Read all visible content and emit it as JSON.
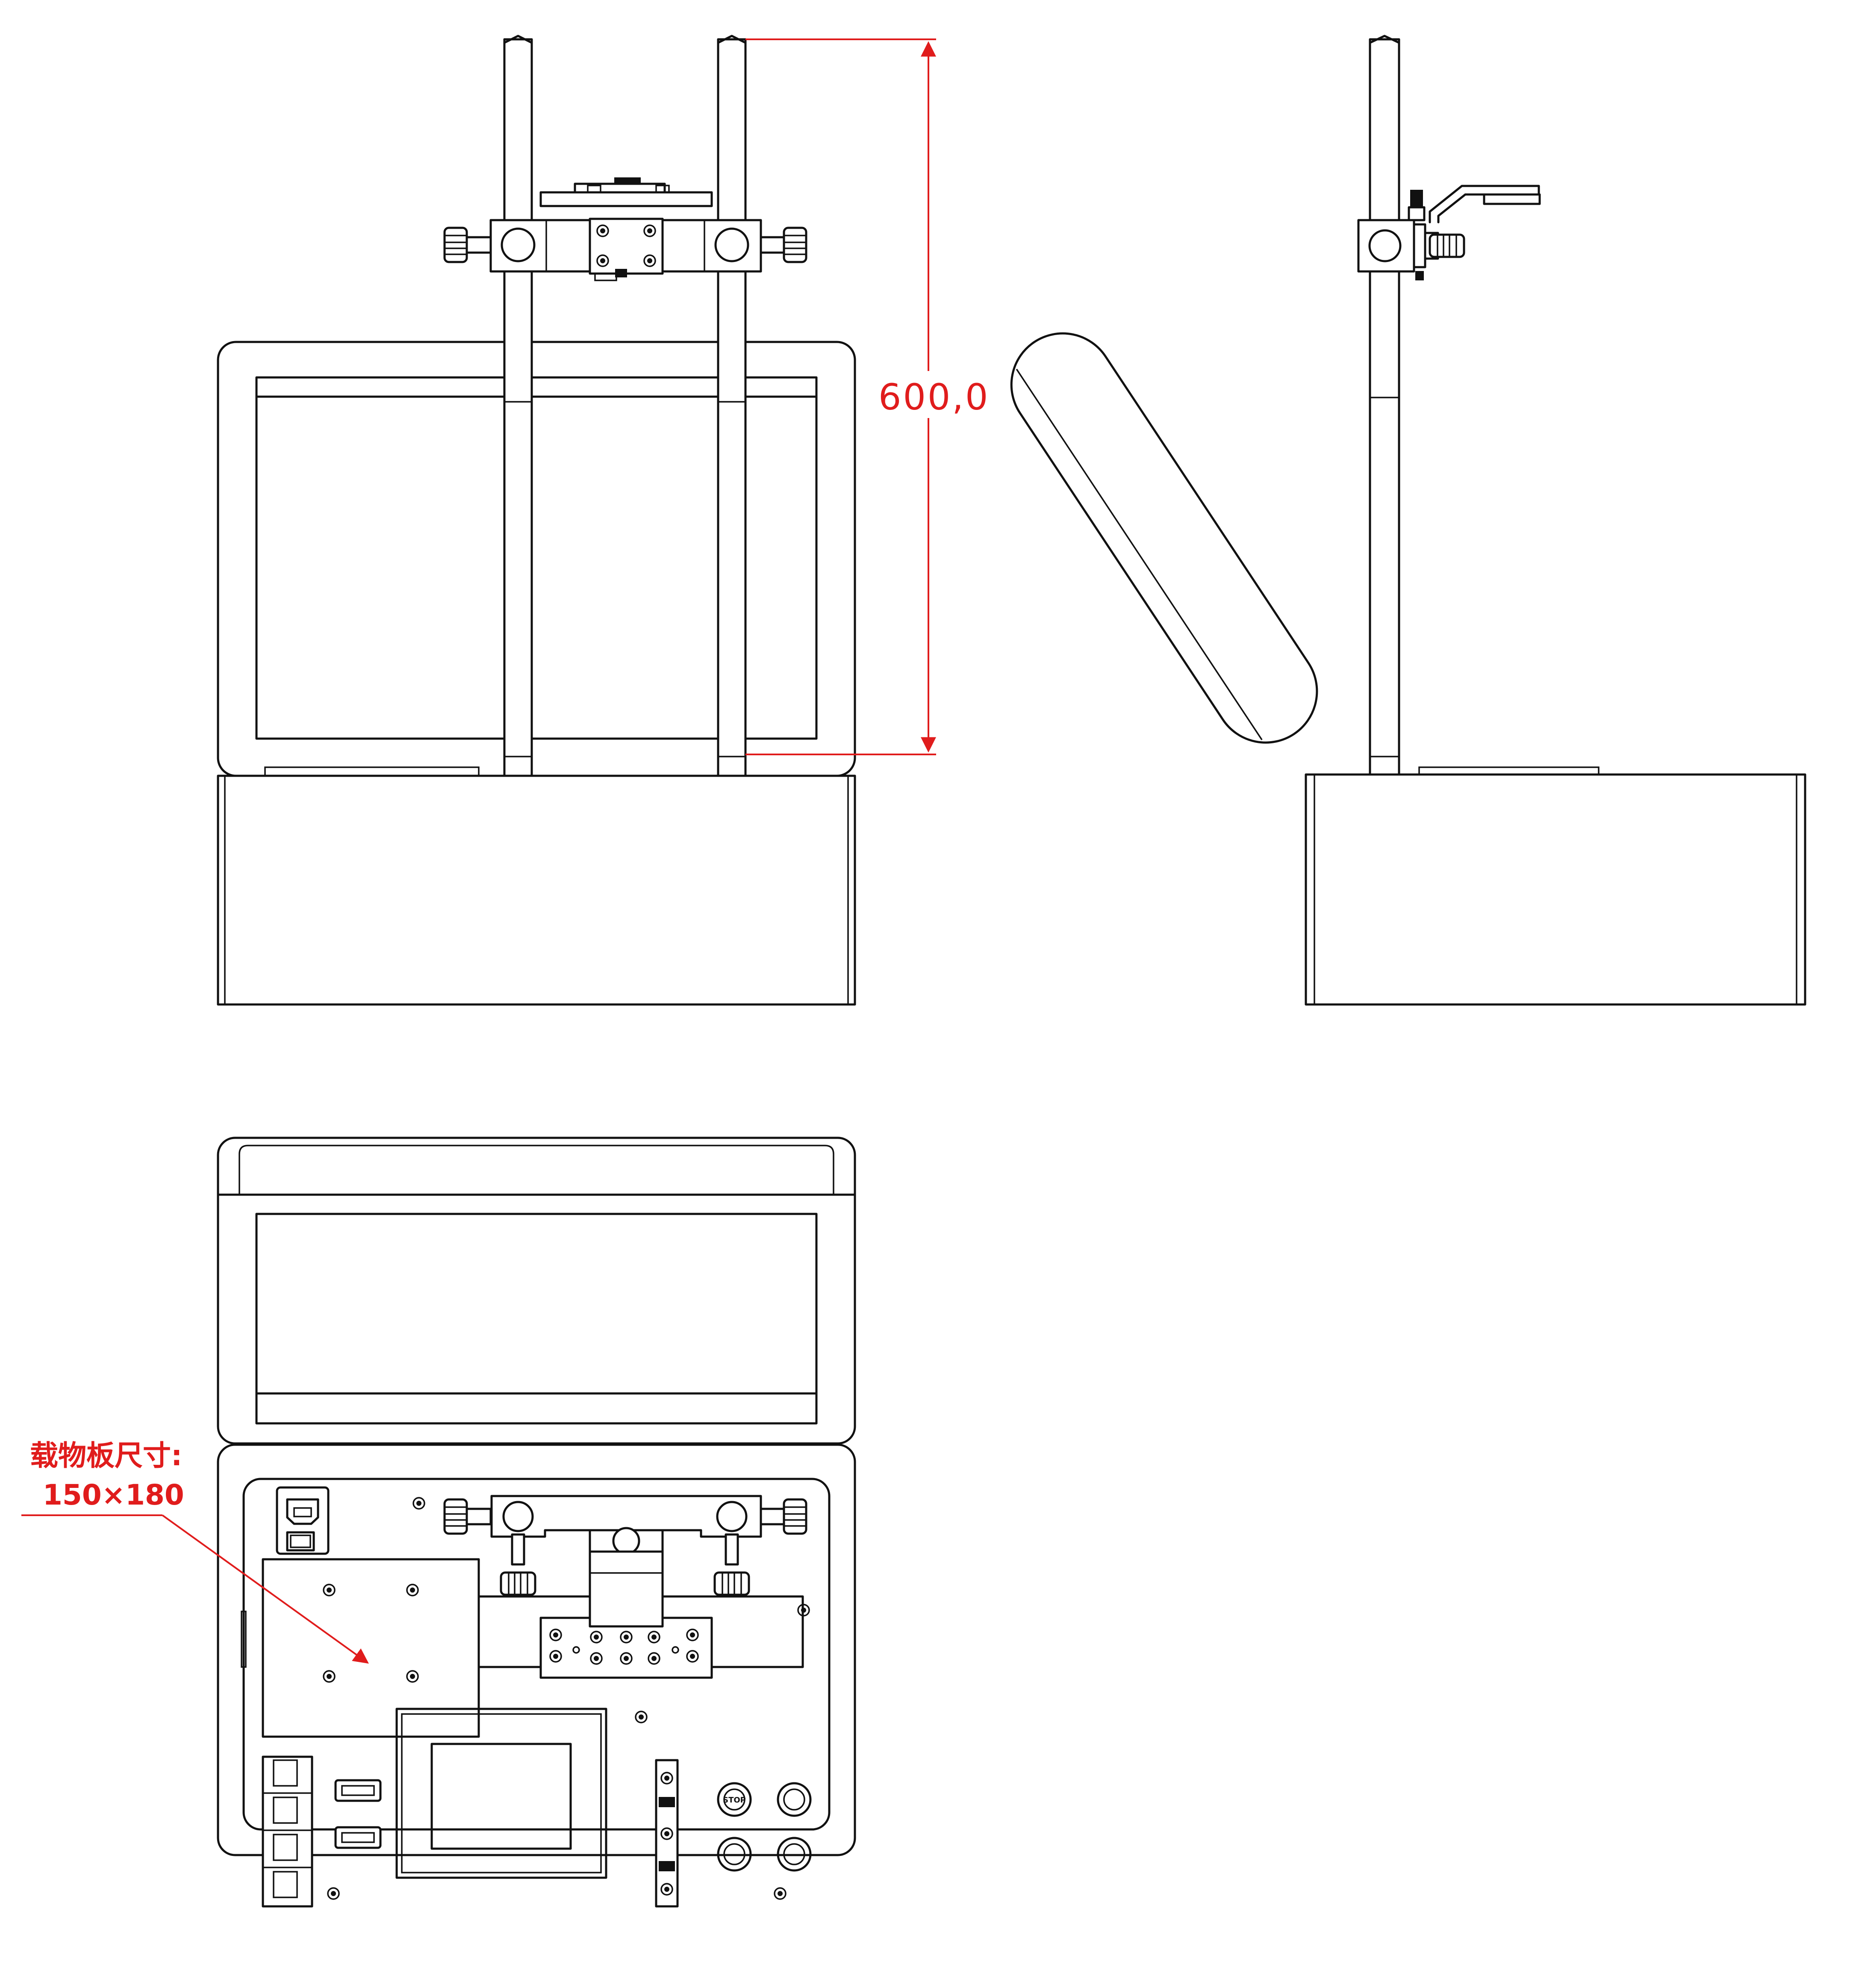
{
  "diagram": {
    "type": "engineering-drawing",
    "views": [
      "front-view",
      "side-view",
      "top-view"
    ],
    "dimension": {
      "label": "600,0"
    },
    "callout": {
      "line1": "载物板尺寸:",
      "line2": "150×180"
    },
    "button_label": "STOP",
    "colors": {
      "line": "#111111",
      "annotation": "#e01c1c",
      "background": "#ffffff"
    }
  }
}
